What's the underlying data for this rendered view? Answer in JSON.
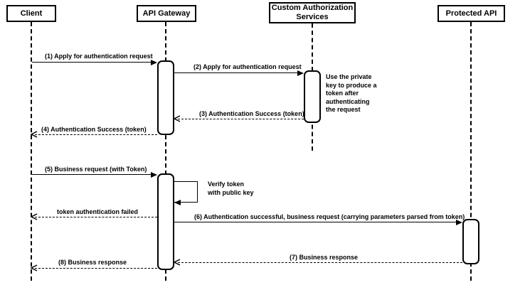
{
  "diagram": {
    "kind": "sequence-diagram",
    "colors": {
      "stroke": "#000000",
      "background": "#ffffff"
    },
    "actors": [
      {
        "label": "Client"
      },
      {
        "label": "API Gateway"
      },
      {
        "label": "Custom Authorization Services"
      },
      {
        "label": "Protected API"
      }
    ],
    "messages": [
      {
        "label": "(1) Apply for authentication request",
        "from": "Client",
        "to": "API Gateway",
        "line": "solid"
      },
      {
        "label": "(2) Apply for authentication request",
        "from": "API Gateway",
        "to": "Custom Authorization Services",
        "line": "solid"
      },
      {
        "label": "(3) Authentication Success (token)",
        "from": "Custom Authorization Services",
        "to": "API Gateway",
        "line": "dashed"
      },
      {
        "label": "(4) Authentication Success (token)",
        "from": "API Gateway",
        "to": "Client",
        "line": "dashed"
      },
      {
        "label": "(5) Business request (with Token)",
        "from": "Client",
        "to": "API Gateway",
        "line": "solid"
      },
      {
        "label": "Verify token\nwith public key",
        "from": "API Gateway",
        "to": "API Gateway",
        "line": "solid",
        "type": "self"
      },
      {
        "label": "token authentication failed",
        "from": "API Gateway",
        "to": "Client",
        "line": "dashed"
      },
      {
        "label": "(6) Authentication successful, business request (carrying parameters parsed from token)",
        "from": "API Gateway",
        "to": "Protected API",
        "line": "solid"
      },
      {
        "label": "(7) Business response",
        "from": "Protected API",
        "to": "API Gateway",
        "line": "dashed"
      },
      {
        "label": "(8) Business response",
        "from": "API Gateway",
        "to": "Client",
        "line": "dashed"
      }
    ],
    "note": {
      "text": "Use the private\nkey to produce a\ntoken after\nauthenticating\nthe request"
    }
  }
}
